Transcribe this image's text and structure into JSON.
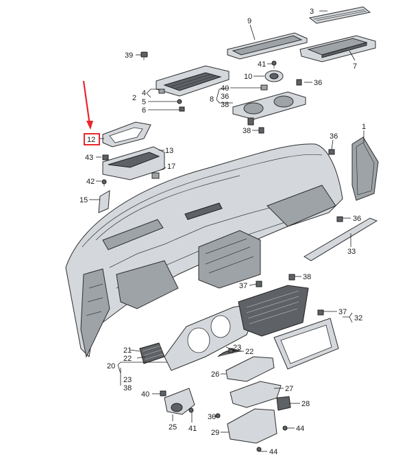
{
  "labels": {
    "l1": "1",
    "l2": "2",
    "l3": "3",
    "l4": "4",
    "l5": "5",
    "l6": "6",
    "l7": "7",
    "l8": "8",
    "l9": "9",
    "l10": "10",
    "l12": "12",
    "l13": "13",
    "l15": "15",
    "l17": "17",
    "l20": "20",
    "l21": "21",
    "l22a": "22",
    "l22b": "22",
    "l23a": "23",
    "l23b": "23",
    "l25": "25",
    "l26": "26",
    "l27": "27",
    "l28": "28",
    "l29": "29",
    "l30": "30",
    "l32": "32",
    "l33": "33",
    "l36a": "36",
    "l36b": "36",
    "l36c": "36",
    "l36d": "36",
    "l37a": "37",
    "l37b": "37",
    "l38a": "38",
    "l38b": "38",
    "l38c": "38",
    "l38d": "38",
    "l39": "39",
    "l40a": "40",
    "l40b": "40",
    "l41a": "41",
    "l41b": "41",
    "l42": "42",
    "l43": "43",
    "l44a": "44",
    "l44b": "44"
  },
  "colors": {
    "highlight": "#e8262b",
    "part_fill": "#d4d8dc",
    "outline": "#2b2b2b"
  }
}
